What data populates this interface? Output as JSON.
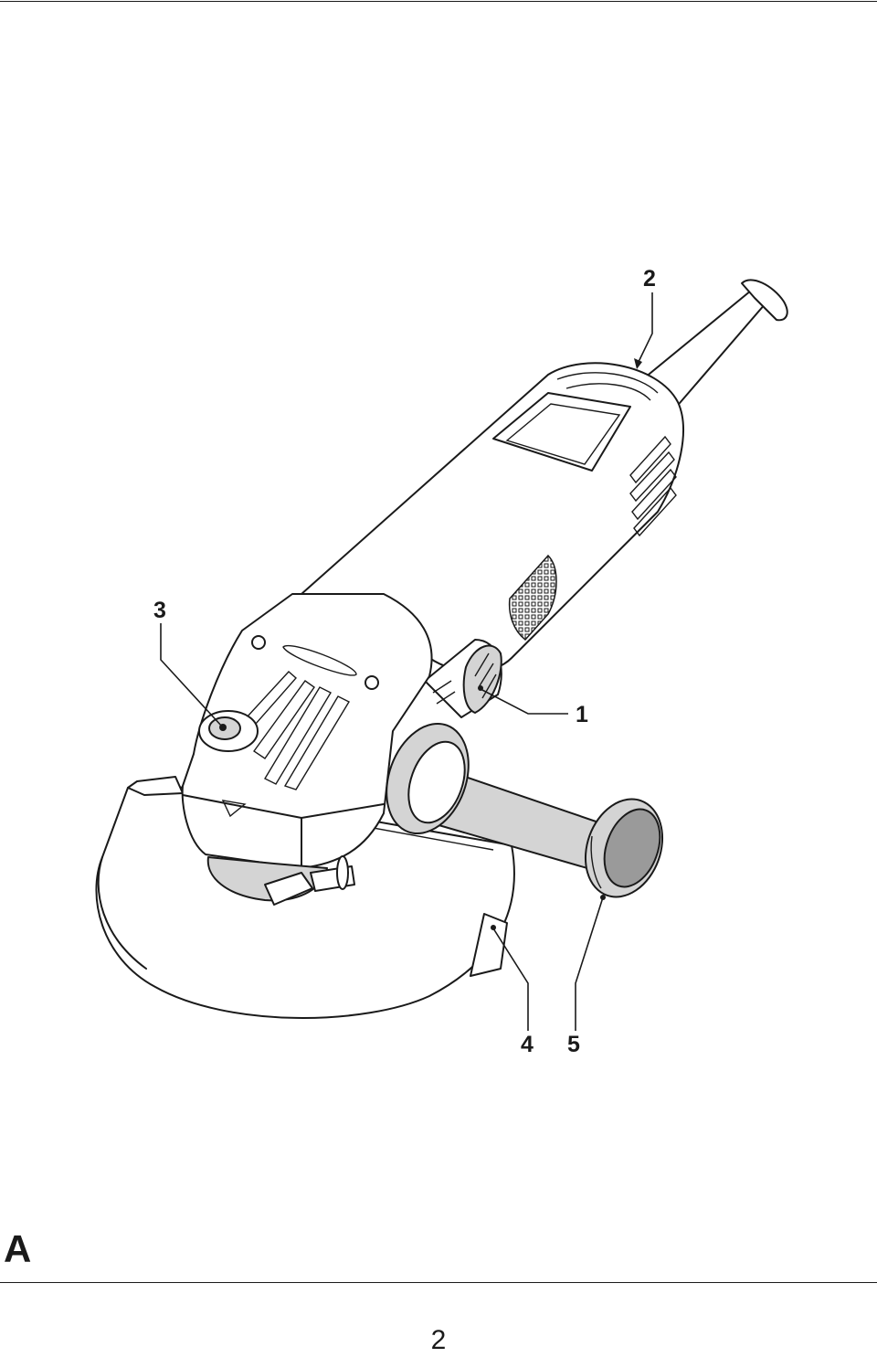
{
  "figure": {
    "letter": "A",
    "page_number": "2",
    "subject_icon": "angle-grinder-illustration",
    "callouts": [
      {
        "id": "1",
        "label": "1"
      },
      {
        "id": "2",
        "label": "2"
      },
      {
        "id": "3",
        "label": "3"
      },
      {
        "id": "4",
        "label": "4"
      },
      {
        "id": "5",
        "label": "5"
      }
    ]
  }
}
